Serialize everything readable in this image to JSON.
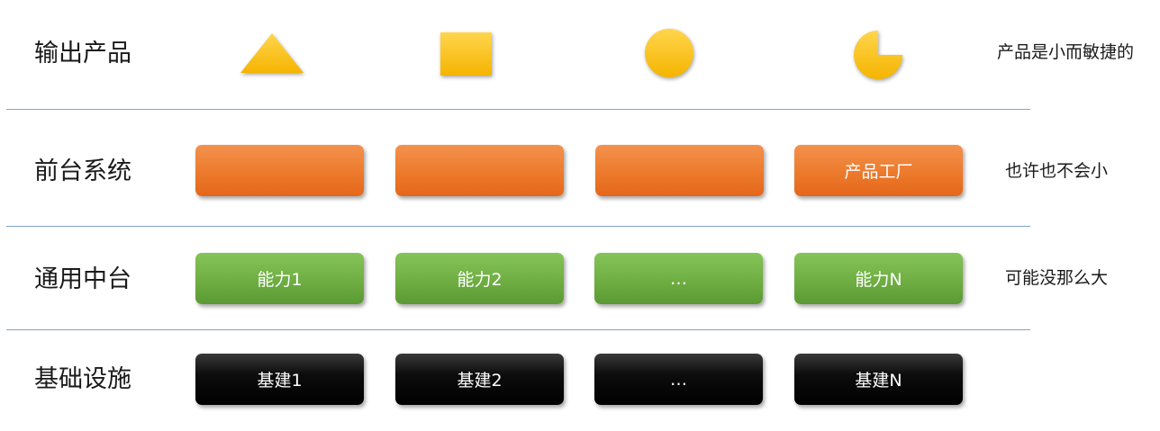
{
  "rows": [
    {
      "label": "输出产品",
      "note": "产品是小而敏捷的"
    },
    {
      "label": "前台系统",
      "note": "也许也不会小"
    },
    {
      "label": "通用中台",
      "note": "可能没那么大"
    },
    {
      "label": "基础设施",
      "note": ""
    }
  ],
  "product_shapes": [
    "triangle-icon",
    "square-icon",
    "circle-icon",
    "pie-icon"
  ],
  "frontend_boxes": [
    "",
    "",
    "",
    "产品工厂"
  ],
  "middle_boxes": [
    "能力1",
    "能力2",
    "…",
    "能力N"
  ],
  "infra_boxes": [
    "基建1",
    "基建2",
    "…",
    "基建N"
  ],
  "colors": {
    "product_yellow": "#ffc000",
    "frontend_orange": "#ec7a2c",
    "middle_green": "#6fae43",
    "infra_black": "#000000",
    "divider": "#7fa7c7"
  }
}
